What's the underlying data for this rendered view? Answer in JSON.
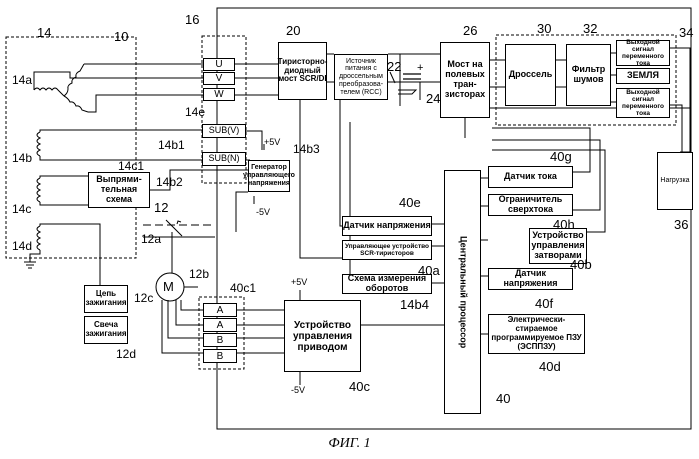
{
  "figure": {
    "caption": "ФИГ. 1",
    "system_ref": "10"
  },
  "generator": {
    "ref": "14",
    "coil_a_ref": "14a",
    "coil_b_ref": "14b",
    "coil_c_ref": "14c",
    "coil_d_ref": "14d",
    "rectifier_label": "Выпрями-тельная схема",
    "rectifier_ref": "14c1"
  },
  "terminal_block": {
    "ref": "16",
    "u": "U",
    "v": "V",
    "w": "W",
    "ref_14e": "14e",
    "sub_v": "SUB(V)",
    "sub_n": "SUB(N)",
    "ref_14b1": "14b1",
    "ref_14b2": "14b2"
  },
  "control_voltage_gen": {
    "label": "Генератор управляющего напряжения",
    "ref": "14b3",
    "plus": "+5V",
    "minus": "-5V"
  },
  "bridge": {
    "label": "Тиристорно-диодный мост SCR/DI",
    "ref": "20"
  },
  "rcc": {
    "label": "Источник питания с дроссельным преобразова-телем (RCC)",
    "ref": "22"
  },
  "capacitor": {
    "plus": "+",
    "ref": "24"
  },
  "fet_bridge": {
    "label": "Мост на полевых тран-зисторах",
    "ref": "26"
  },
  "inverter_output": {
    "group_ref": "34",
    "choke_label": "Дроссель",
    "choke_ref": "30",
    "filter_label": "Фильтр шумов",
    "filter_ref": "32",
    "ac_out1": "Выходной сигнал переменного тока",
    "ground": "ЗЕМЛЯ",
    "ac_out2": "Выходной сигнал переменного тока"
  },
  "load": {
    "label": "Нагрузка",
    "ref": "36"
  },
  "throttle": {
    "ref_12": "12",
    "ref_12a": "12a",
    "ref_12b": "12b",
    "ref_12c": "12c",
    "ref_12d": "12d",
    "motor_label": "M",
    "ignition_label": "Цепь зажигания",
    "spark_label": "Свеча зажигания"
  },
  "motor_terminals": {
    "ref": "40c1",
    "a1": "A",
    "a2": "A",
    "b1": "B",
    "b2": "B"
  },
  "drive_controller": {
    "label": "Устройство управления приводом",
    "ref": "40c",
    "plus": "+5V",
    "minus": "-5V"
  },
  "cpu": {
    "label": "Центральный процессор",
    "ref": "40",
    "voltage_sensor_label": "Датчик напряжения",
    "voltage_sensor_ref": "40e",
    "scr_controller_label": "Управляющее устройство SCR-тиристоров",
    "scr_controller_ref": "40a",
    "speed_circuit_label": "Схема измерения оборотов",
    "speed_circuit_ref": "14b4",
    "current_sensor_label": "Датчик тока",
    "current_sensor_ref": "40g",
    "overcurrent_label": "Ограничитель сверхтока",
    "overcurrent_ref": "40h",
    "gate_controller_label": "Устройство управления затворами",
    "gate_controller_ref": "40b",
    "output_voltage_sensor_label": "Датчик напряжения",
    "output_voltage_sensor_ref": "40f",
    "eeprom_label": "Электрически-стираемое программируемое ПЗУ (ЭСППЗУ)",
    "eeprom_ref": "40d"
  }
}
